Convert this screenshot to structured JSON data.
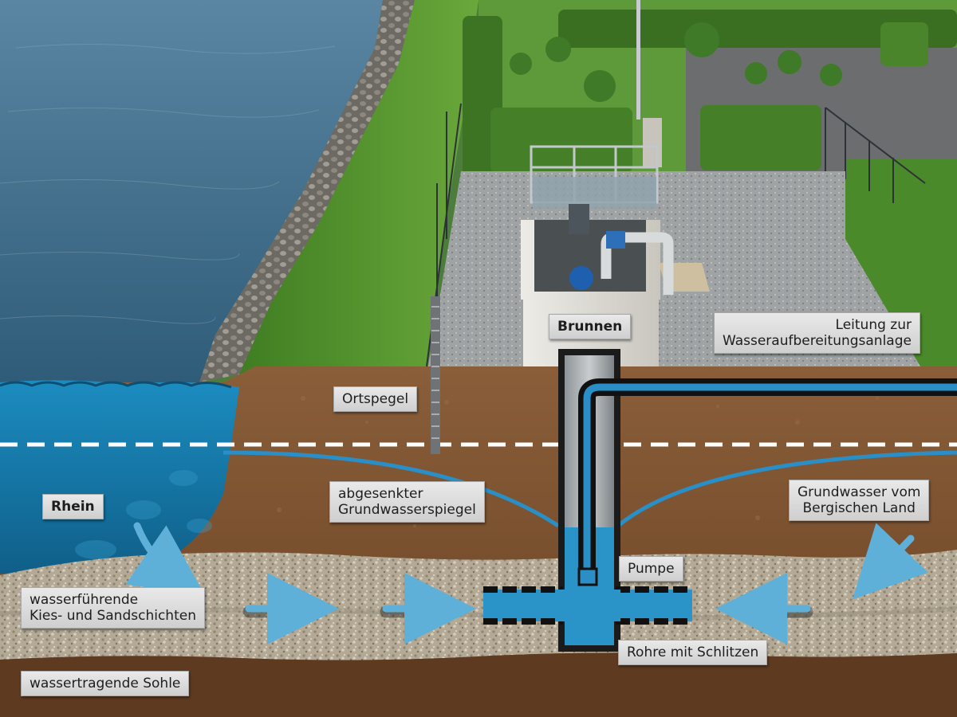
{
  "labels": {
    "brunnen": "Brunnen",
    "leitung": [
      "Leitung zur",
      "Wasseraufbereitungsanlage"
    ],
    "ortspegel": "Ortspegel",
    "rhein": "Rhein",
    "abgesenkter": [
      "abgesenkter",
      "Grundwasserspiegel"
    ],
    "grundwasser_bergisch": [
      "Grundwasser vom",
      "Bergischen Land"
    ],
    "pumpe": "Pumpe",
    "kies": [
      "wasserführende",
      "Kies- und Sandschichten"
    ],
    "rohre": "Rohre mit Schlitzen",
    "sohle": "wassertragende Sohle"
  },
  "colors": {
    "river": "#3f6f8c",
    "groundwater": "#1f8fc4",
    "soil": "#7a5232",
    "gravel": "#b7ad9c",
    "grass": "#4f8f2f",
    "hedge": "#3f7a25",
    "concrete": "#d9d6cf",
    "label_bg": "#dcdcdc"
  },
  "icons": [
    "flow-arrow-icon",
    "pipe",
    "pump",
    "water-gauge"
  ]
}
